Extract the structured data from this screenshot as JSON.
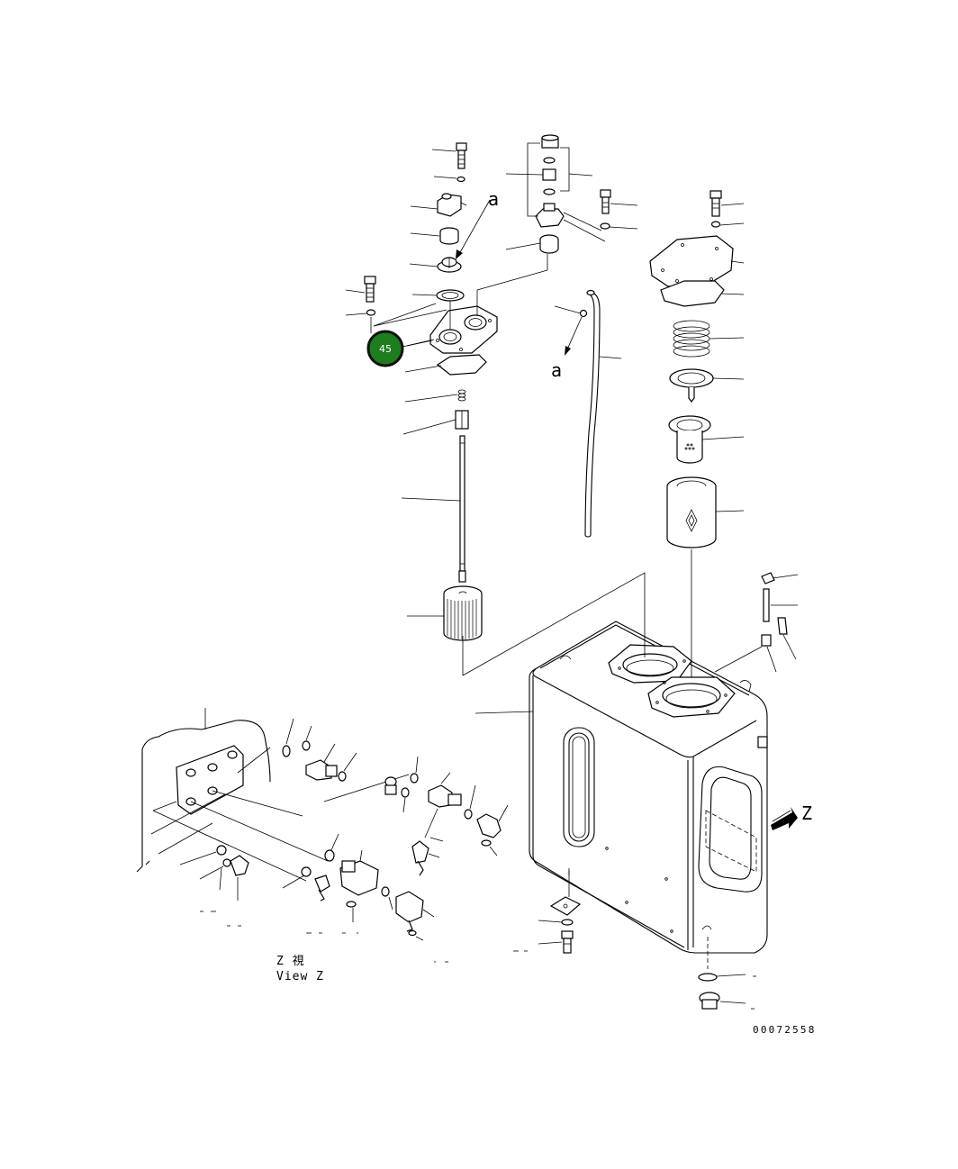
{
  "drawing": {
    "view_letter_a_upper": "a",
    "view_letter_a_lower": "a",
    "view_letter_z": "Z",
    "view_z_jp": "Z 視",
    "view_z_en": "View Z",
    "drawing_number": "00072558"
  },
  "callout": {
    "number": "45",
    "fill_color": "#1e7d1e",
    "ring_color": "#111111"
  }
}
